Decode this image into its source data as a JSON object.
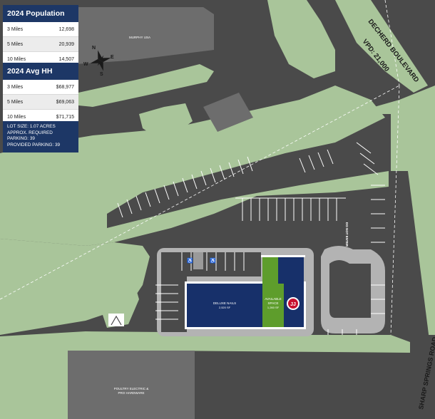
{
  "population": {
    "title": "2024 Population",
    "rows": [
      {
        "label": "3 Miles",
        "value": "12,698"
      },
      {
        "label": "5 Miles",
        "value": "20,939"
      },
      {
        "label": "10 Miles",
        "value": "14,507"
      }
    ]
  },
  "income": {
    "title": "2024 Avg HH Income",
    "rows": [
      {
        "label": "3 Miles",
        "value": "$68,977"
      },
      {
        "label": "5 Miles",
        "value": "$69,063"
      },
      {
        "label": "10 Miles",
        "value": "$71,715"
      }
    ]
  },
  "lot": {
    "line1": "LOT SIZE:  1.07 ACRES",
    "line2": "APPROX. REQUIRED",
    "line3": "PARKING: 39",
    "line4": "PROVIDED PARKING: 39"
  },
  "compass": {
    "n": "N",
    "s": "S",
    "e": "E",
    "w": "W"
  },
  "labels": {
    "murphy": "MURPHY USA",
    "dechered_road": "DECHERD BOULEVARD",
    "vpd": "VPD: 21,000",
    "sharp_springs": "SHARP SPRINGS ROAD",
    "deluxe_nails": "DELUXE NAILS",
    "deluxe_sf": "2,520 SF",
    "available": "AVAILABLE",
    "space": "SPACE",
    "avail_sf": "1,260 SF",
    "poultry1": "POULTRY ELECTRIC &",
    "poultry2": "PRO HARDWARE",
    "do_not_enter": "DO NOT ENTER"
  },
  "colors": {
    "grass": "#a9c59a",
    "pavement": "#4a4a4a",
    "building_dark": "#6d6d6d",
    "navy": "#1d3766",
    "tenant_blue": "#17306a",
    "available_green": "#5e9d2c"
  }
}
